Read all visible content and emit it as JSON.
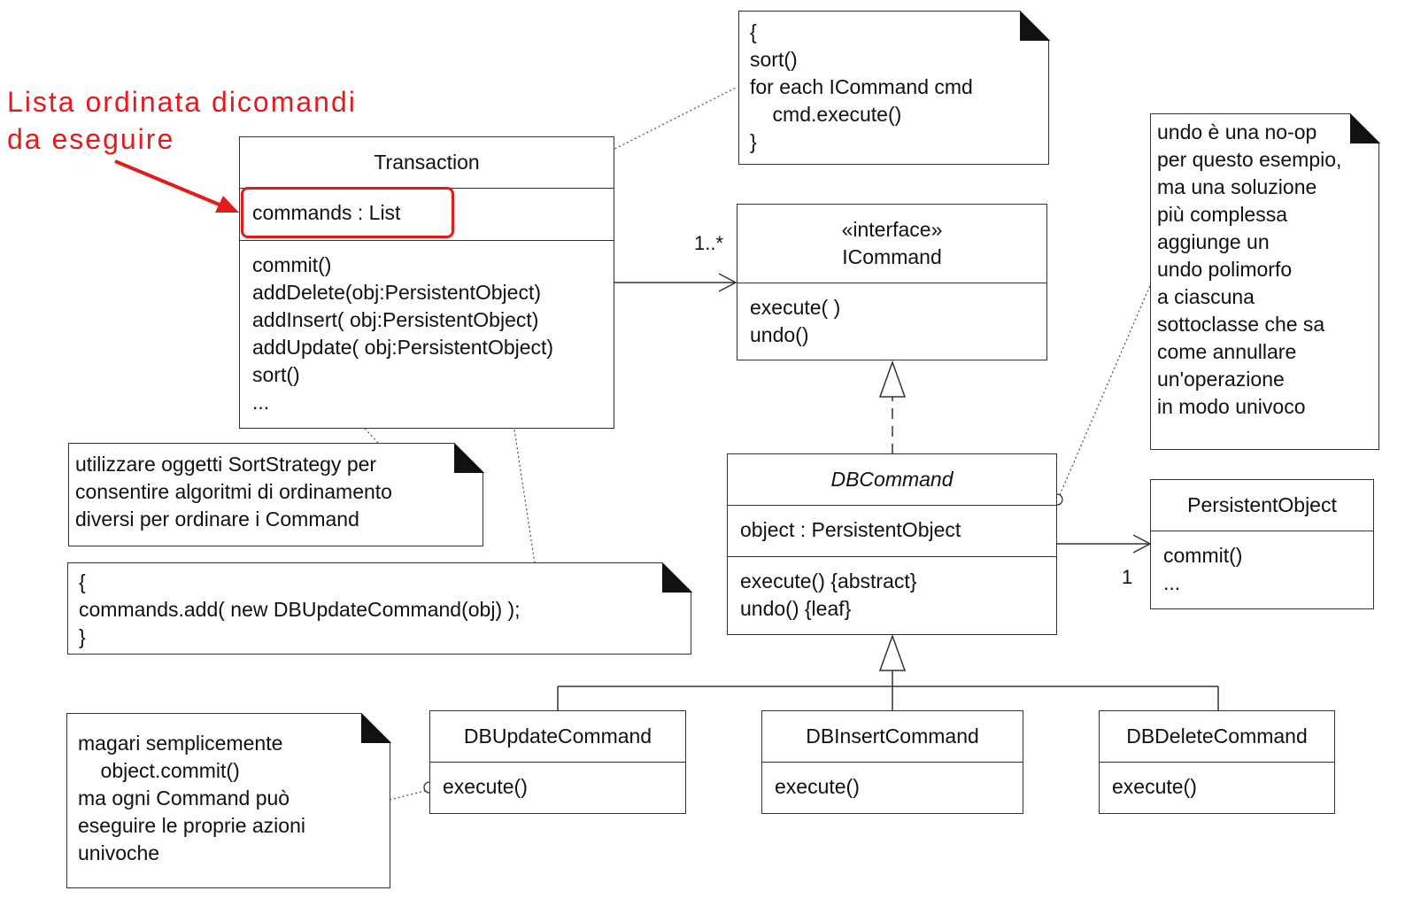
{
  "callout": {
    "lines": [
      "Lista ordinata dicomandi",
      "da eseguire"
    ],
    "color": "#e31b1b"
  },
  "transaction": {
    "name": "Transaction",
    "attributes": [
      "commands : List"
    ],
    "operations": [
      "commit()",
      "addDelete(obj:PersistentObject)",
      "addInsert( obj:PersistentObject)",
      "addUpdate( obj:PersistentObject)",
      "sort()",
      "..."
    ]
  },
  "icommand": {
    "stereotype": "«interface»",
    "name": "ICommand",
    "operations": [
      "execute( )",
      "undo()"
    ]
  },
  "dbcommand": {
    "name": "DBCommand",
    "attributes": [
      "object : PersistentObject"
    ],
    "operations": [
      "execute() {abstract}",
      "undo() {leaf}"
    ]
  },
  "persistent_object": {
    "name": "PersistentObject",
    "operations": [
      "commit()",
      "..."
    ]
  },
  "db_update": {
    "name": "DBUpdateCommand",
    "operations": [
      "execute()"
    ]
  },
  "db_insert": {
    "name": "DBInsertCommand",
    "operations": [
      "execute()"
    ]
  },
  "db_delete": {
    "name": "DBDeleteCommand",
    "operations": [
      "execute()"
    ]
  },
  "multiplicities": {
    "commands": "1..*",
    "object": "1"
  },
  "notes": {
    "commit_code": [
      "{",
      "sort()",
      "for each ICommand cmd",
      "    cmd.execute()",
      "}"
    ],
    "undo": [
      "undo è una no-op",
      "per questo esempio,",
      "ma una soluzione",
      "più complessa",
      "aggiunge un",
      "undo polimorfo",
      "a ciascuna",
      "sottoclasse che sa",
      "come annullare",
      "un'operazione",
      "in modo univoco"
    ],
    "sort_strategy": [
      "utilizzare oggetti SortStrategy per",
      "consentire algoritmi di ordinamento",
      "diversi per ordinare i Command"
    ],
    "add_update_code": [
      "{",
      "commands.add( new DBUpdateCommand(obj) );",
      "}"
    ],
    "execute_hint": [
      "magari semplicemente",
      "    object.commit()",
      "ma ogni Command può",
      "eseguire le proprie azioni",
      "univoche"
    ]
  }
}
